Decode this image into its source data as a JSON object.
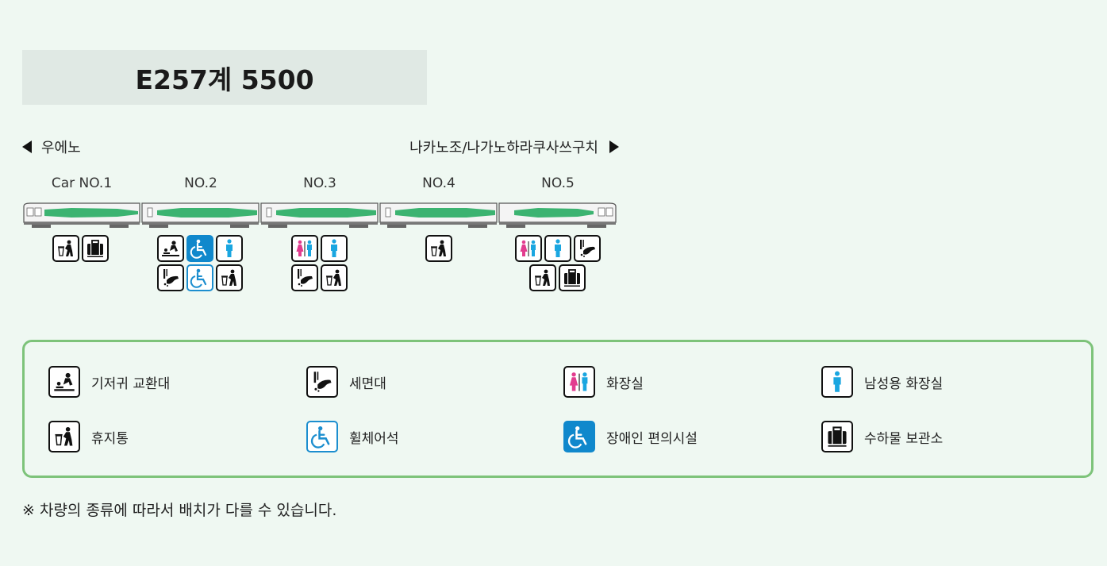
{
  "title": "E257계 5500",
  "direction": {
    "left": "우에노",
    "right": "나카노조/나가노하라쿠사쓰구치"
  },
  "cars": [
    {
      "label": "Car NO.1",
      "icons": [
        [
          "trash-icon",
          "luggage-icon"
        ]
      ]
    },
    {
      "label": "NO.2",
      "icons": [
        [
          "diaper-icon",
          "accessible-toilet-icon",
          "mens-toilet-icon"
        ],
        [
          "washbasin-icon",
          "wheelchair-space-icon",
          "trash-icon"
        ]
      ]
    },
    {
      "label": "NO.3",
      "icons": [
        [
          "toilet-icon",
          "mens-toilet-icon"
        ],
        [
          "washbasin-icon",
          "trash-icon"
        ]
      ]
    },
    {
      "label": "NO.4",
      "icons": [
        [
          "trash-icon"
        ]
      ]
    },
    {
      "label": "NO.5",
      "icons": [
        [
          "toilet-icon",
          "mens-toilet-icon",
          "washbasin-icon"
        ],
        [
          "trash-icon",
          "luggage-icon"
        ]
      ]
    }
  ],
  "legend": [
    {
      "icon": "diaper-icon",
      "label": "기저귀 교환대"
    },
    {
      "icon": "washbasin-icon",
      "label": "세면대"
    },
    {
      "icon": "toilet-icon",
      "label": "화장실"
    },
    {
      "icon": "mens-toilet-icon",
      "label": "남성용 화장실"
    },
    {
      "icon": "trash-icon",
      "label": "휴지통"
    },
    {
      "icon": "wheelchair-space-icon",
      "label": "휠체어석"
    },
    {
      "icon": "accessible-toilet-icon",
      "label": "장애인 편의시설"
    },
    {
      "icon": "luggage-icon",
      "label": "수하물 보관소"
    }
  ],
  "note": "※ 차량의 종류에 따라서 배치가 다를 수 있습니다.",
  "colors": {
    "background": "#eff8f2",
    "legend_border": "#7dc37a",
    "train_stripe": "#3cb371",
    "accent_blue": "#1088cc",
    "pink": "#e23c8f",
    "cyan": "#1aa6e0"
  }
}
